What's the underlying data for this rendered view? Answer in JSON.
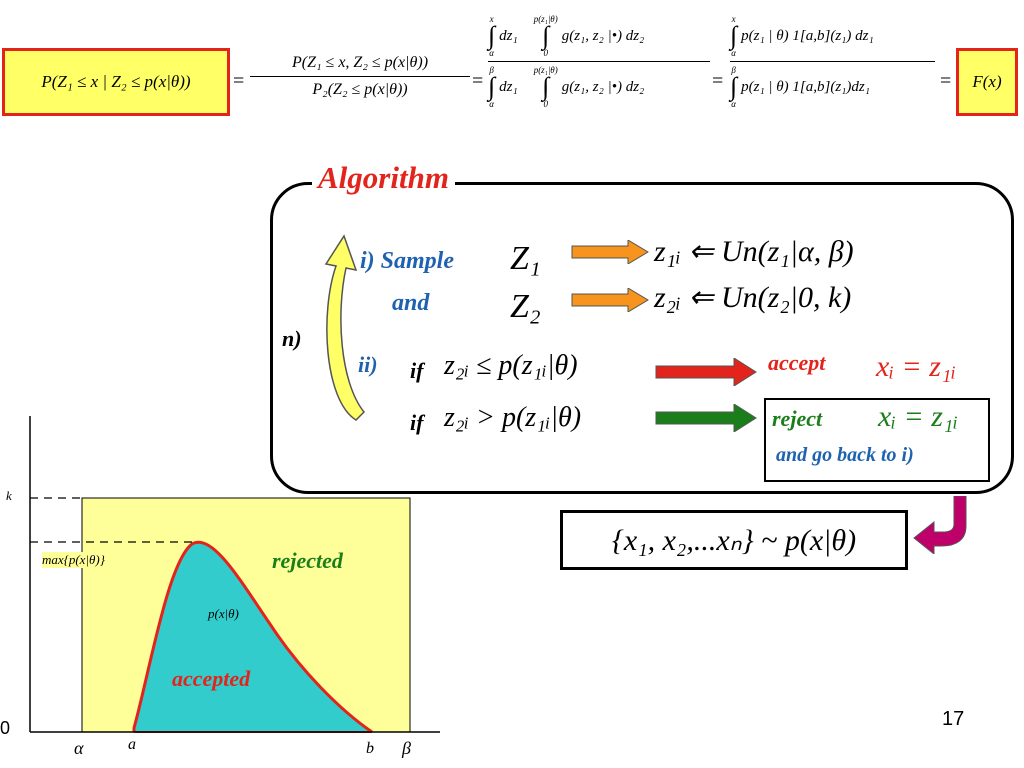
{
  "formula": {
    "left_box": "P(Z₁ ≤ x | Z₂ ≤ p(x|θ))",
    "frac_num": "P(Z₁ ≤ x, Z₂ ≤ p(x|θ))",
    "frac_den": "P₂(Z₂ ≤ p(x|θ))",
    "eq": "=",
    "int1_num_upper": "x",
    "int1_num_lower": "α",
    "int1_num_var": "dz₁",
    "int2_upper": "p(z₁|θ)",
    "int2_lower": "0",
    "int2_body": "g(z₁, z₂ |•) dz₂",
    "int1_den_upper": "β",
    "int1_den_lower": "α",
    "int3_num_body": "p(z₁ | θ) 1[a,b](z₁) dz₁",
    "int3_den_body": "p(z₁ | θ) 1[a,b](z₁)dz₁",
    "right_box": "F(x)"
  },
  "algorithm": {
    "title": "Algorithm",
    "loop_label": "n)",
    "step1_label": "i) Sample",
    "step1_and": "and",
    "z1": "Z₁",
    "z2": "Z₂",
    "z1_sample": "z₁ᵢ ⇐ Un(z₁|α, β)",
    "z2_sample": "z₂ᵢ ⇐ Un(z₂|0, k)",
    "step2_label": "ii)",
    "if1": "if",
    "cond1": "z₂ᵢ ≤ p(z₁ᵢ|θ)",
    "accept": "accept",
    "accept_result": "xᵢ = z₁ᵢ",
    "if2": "if",
    "cond2": "z₂ᵢ > p(z₁ᵢ|θ)",
    "reject": "reject",
    "reject_result": "xᵢ = z₁ᵢ",
    "go_back": "and go back to i)",
    "result": "{x₁, x₂,...xₙ} ~ p(x|θ)"
  },
  "plot": {
    "label_k": "k",
    "label_max": "max{p(x|θ)}",
    "label_zero": "0",
    "label_alpha": "α",
    "label_a": "a",
    "label_b": "b",
    "label_beta": "β",
    "rejected": "rejected",
    "accepted": "accepted",
    "curve_label": "p(x|θ)"
  },
  "page_number": "17",
  "colors": {
    "red": "#e3241c",
    "yellow": "#ffff99",
    "teal": "#33cccc",
    "blue": "#1f63b0",
    "orange": "#f7941d",
    "green": "#1a7f1a",
    "magenta": "#c0006a"
  }
}
